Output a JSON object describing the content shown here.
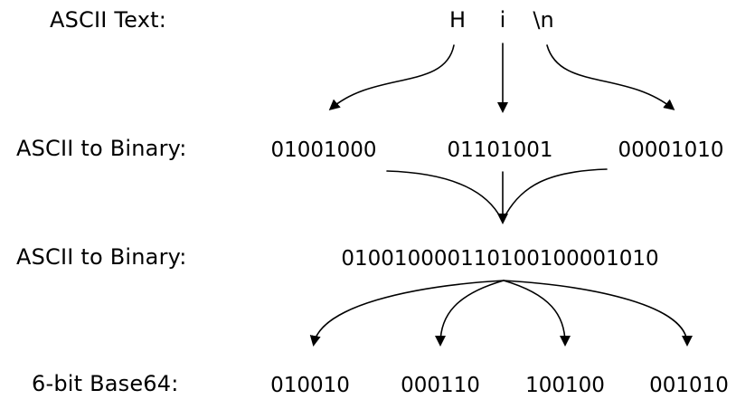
{
  "rows": {
    "ascii_text": {
      "label": "ASCII Text:",
      "chars": [
        "H",
        "i",
        "\\n"
      ]
    },
    "ascii_binary": {
      "label": "ASCII to Binary:",
      "bytes": [
        "01001000",
        "01101001",
        "00001010"
      ]
    },
    "binary_concat": {
      "label": "ASCII to Binary:",
      "value": "010010000110100100001010"
    },
    "base64": {
      "label": "6-bit Base64:",
      "groups": [
        "010010",
        "000110",
        "100100",
        "001010"
      ]
    }
  },
  "colors": {
    "ink": "#000000",
    "background": "#ffffff"
  }
}
